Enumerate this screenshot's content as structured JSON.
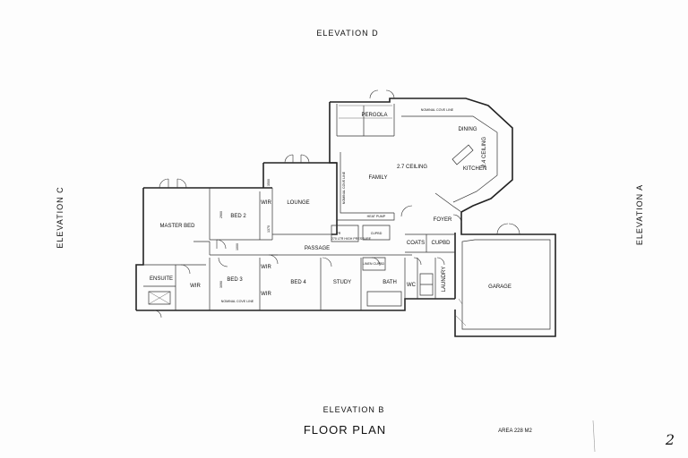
{
  "elevations": {
    "top": "ELEVATION D",
    "bottom": "ELEVATION B",
    "left": "ELEVATION C",
    "right": "ELEVATION A"
  },
  "title": "FLOOR PLAN",
  "area": "AREA 228 M2",
  "page_number": "2",
  "rooms": {
    "pergola": "PERGOLA",
    "dining": "DINING",
    "family": "FAMILY",
    "ceiling_27": "2.7 CEILING",
    "ceiling_24": "2.4 CEILING",
    "kitchen": "KITCHEN",
    "lounge": "LOUNGE",
    "master_bed": "MASTER BED",
    "bed2": "BED 2",
    "wir_bed2": "WIR",
    "passage": "PASSAGE",
    "foyer": "FOYER",
    "coats": "COATS",
    "cupbd": "CUPBD",
    "ensuite": "ENSUITE",
    "wir_master": "WIR",
    "bed3": "BED 3",
    "wir_bed3": "WIR",
    "wir_bed4": "WIR",
    "bed4": "BED 4",
    "study": "STUDY",
    "bath": "BATH",
    "wc": "WC",
    "laundry": "LAUNDRY",
    "garage": "GARAGE"
  },
  "notes": {
    "cove_top": "NOMINAL COVE LINE",
    "cove_side": "NOMINAL COVE LINE",
    "cove_bottom": "NOMINAL COVE LINE",
    "heat_pump": "HEAT PUMP",
    "cupbd_small": "CUPBD",
    "hws": "270 LTR HIGH PRESSURE",
    "fr": "FR",
    "linen": "LINEN CUPBD"
  },
  "dimensions": {
    "bed2_width": "2900",
    "lounge_width": "3500",
    "wir_width": "1370",
    "hall_width": "1000",
    "bed3_width": "3090"
  }
}
